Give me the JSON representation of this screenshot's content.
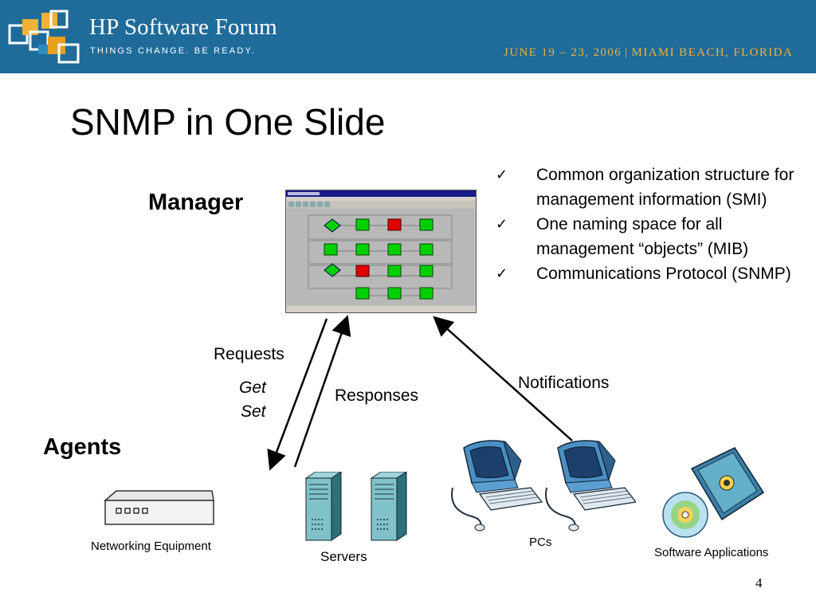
{
  "header": {
    "brand_title": "HP Software Forum",
    "tagline": "THINGS CHANGE. BE READY.",
    "event_dates": "JUNE 19 – 23, 2006",
    "event_separator": "|",
    "event_location": "MIAMI BEACH, FLORIDA",
    "colors": {
      "background": "#1f6b9a",
      "accent": "#f2b134"
    }
  },
  "slide": {
    "title": "SNMP in One Slide",
    "page_number": "4"
  },
  "diagram": {
    "manager_label": "Manager",
    "agents_label": "Agents",
    "requests_label": "Requests",
    "get_label": "Get",
    "set_label": "Set",
    "responses_label": "Responses",
    "notifications_label": "Notifications",
    "networking_label": "Networking Equipment",
    "servers_label": "Servers",
    "pcs_label": "PCs",
    "software_label": "Software Applications",
    "node_colors": {
      "ok": "#00d000",
      "critical": "#e00000"
    }
  },
  "bullets": [
    {
      "icon": "check-icon",
      "text": "Common organization structure for management information (SMI)"
    },
    {
      "icon": "check-icon",
      "text": "One naming space for all management “objects” (MIB)"
    },
    {
      "icon": "check-icon",
      "text": "Communications Protocol (SNMP)"
    }
  ]
}
